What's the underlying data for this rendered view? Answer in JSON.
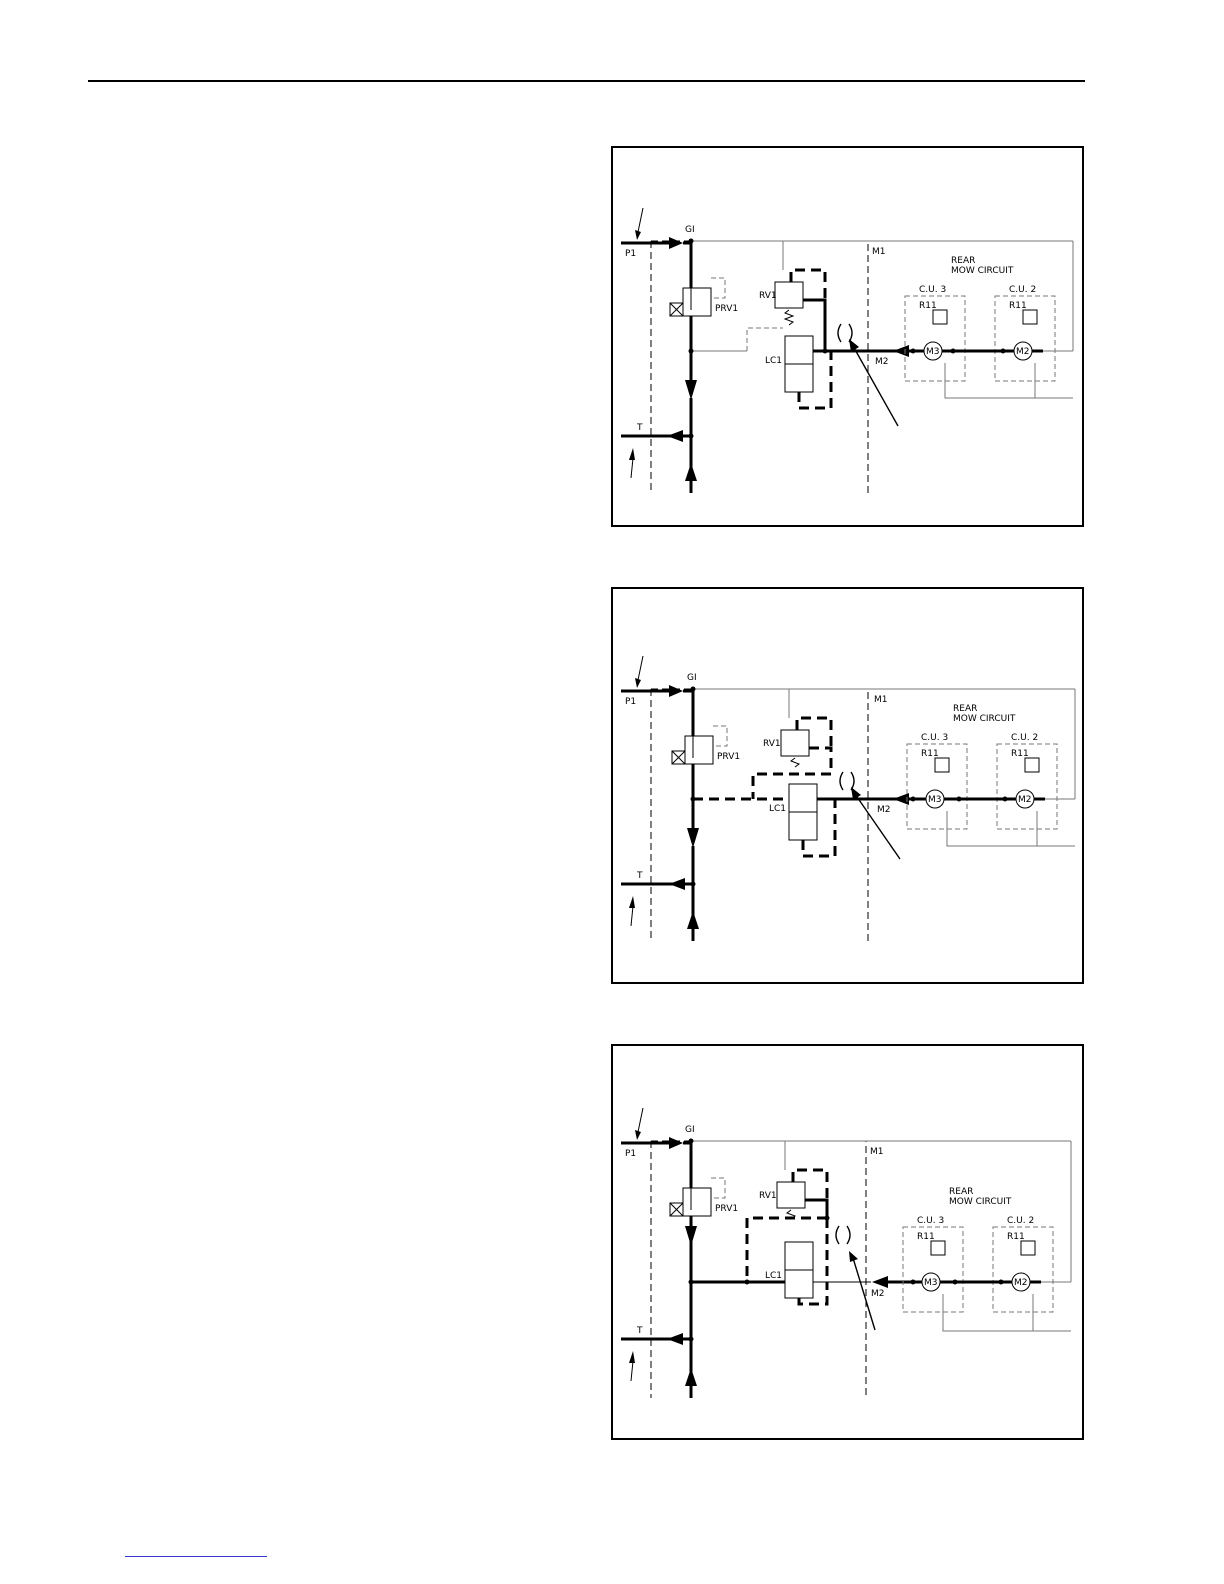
{
  "figures": [
    {
      "id": "fig1",
      "labels": {
        "gi": "GI",
        "p1": "P1",
        "t": "T",
        "m1": "M1",
        "m2": "M2",
        "prv1": "PRV1",
        "rv1": "RV1",
        "lc1": "LC1",
        "rear": "REAR",
        "mow_circuit": "MOW CIRCUIT",
        "cu3": "C.U. 3",
        "cu2": "C.U. 2",
        "r11_a": "R11",
        "r11_b": "R11",
        "m3": "M3",
        "m2_motor": "M2"
      }
    },
    {
      "id": "fig2",
      "labels": {
        "gi": "GI",
        "p1": "P1",
        "t": "T",
        "m1": "M1",
        "m2": "M2",
        "prv1": "PRV1",
        "rv1": "RV1",
        "lc1": "LC1",
        "rear": "REAR",
        "mow_circuit": "MOW CIRCUIT",
        "cu3": "C.U. 3",
        "cu2": "C.U. 2",
        "r11_a": "R11",
        "r11_b": "R11",
        "m3": "M3",
        "m2_motor": "M2"
      }
    },
    {
      "id": "fig3",
      "labels": {
        "gi": "GI",
        "p1": "P1",
        "t": "T",
        "m1": "M1",
        "m2": "M2",
        "prv1": "PRV1",
        "rv1": "RV1",
        "lc1": "LC1",
        "rear": "REAR",
        "mow_circuit": "MOW CIRCUIT",
        "cu3": "C.U. 3",
        "cu2": "C.U. 2",
        "r11_a": "R11",
        "r11_b": "R11",
        "m3": "M3",
        "m2_motor": "M2"
      }
    }
  ]
}
